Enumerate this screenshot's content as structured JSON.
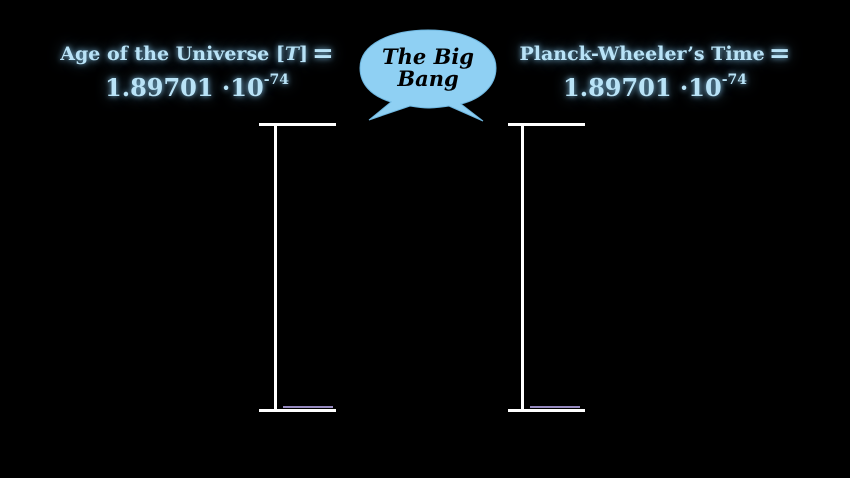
{
  "left_label": {
    "title_text": "Age of the Universe [",
    "title_var": "T",
    "title_close": "]",
    "equals": "=",
    "value_mantissa": "1.89701 ·10",
    "value_exponent": "-74"
  },
  "bubble": {
    "line1": "The Big",
    "line2": "Bang"
  },
  "right_label": {
    "title_text": "Planck-Wheeler’s Time",
    "equals": "=",
    "value_mantissa": "1.89701 ·10",
    "value_exponent": "-74"
  },
  "colors": {
    "background": "#000000",
    "label_glow": "#b9e3f7",
    "bubble_fill": "#8fd0f3",
    "bracket": "#ffffff"
  }
}
